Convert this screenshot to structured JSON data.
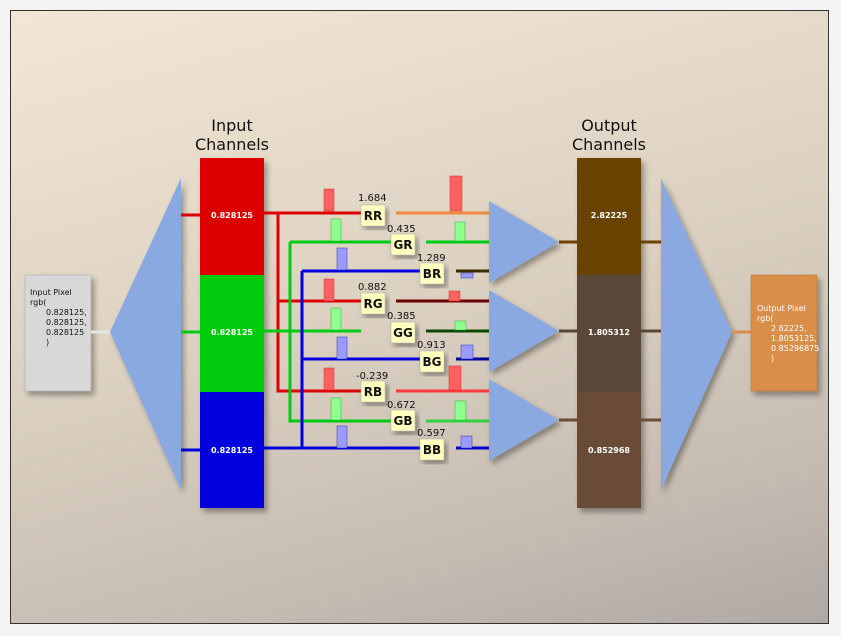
{
  "input_channels_title": [
    "Input",
    "Channels"
  ],
  "output_channels_title": [
    "Output",
    "Channels"
  ],
  "input_pixel": {
    "line1": "Input Pixel",
    "line2": "rgb(",
    "vals": [
      "0.828125,",
      "0.828125,",
      "0.828125"
    ],
    "close": ")"
  },
  "output_pixel": {
    "line1": "Output Pixel",
    "line2": "rgb(",
    "vals": [
      "2.82225,",
      "1.8053125,",
      "0.85296875"
    ],
    "close": ")"
  },
  "input_values": {
    "r": "0.828125",
    "g": "0.828125",
    "b": "0.828125"
  },
  "output_values": {
    "r": "2.82225",
    "g": "1.805312",
    "b": "0.852968"
  },
  "coefficients": [
    {
      "label": "RR",
      "value": "1.684"
    },
    {
      "label": "GR",
      "value": "0.435"
    },
    {
      "label": "BR",
      "value": "1.289"
    },
    {
      "label": "RG",
      "value": "0.882"
    },
    {
      "label": "GG",
      "value": "0.385"
    },
    {
      "label": "BG",
      "value": "0.913"
    },
    {
      "label": "RB",
      "value": "-0.239"
    },
    {
      "label": "GB",
      "value": "0.672"
    },
    {
      "label": "BB",
      "value": "0.597"
    }
  ],
  "colors": {
    "input_red": "#dd0000",
    "input_green": "#00cc11",
    "input_blue": "#0000dd",
    "output_r": "#6b4200",
    "output_g": "#5a4637",
    "output_b": "#6a4c38",
    "triangle": "#8aa9e0",
    "input_pixel_bg": "#d8d8d8",
    "output_pixel_bg": "#d98f4a",
    "label_box": "#ffffc0"
  }
}
